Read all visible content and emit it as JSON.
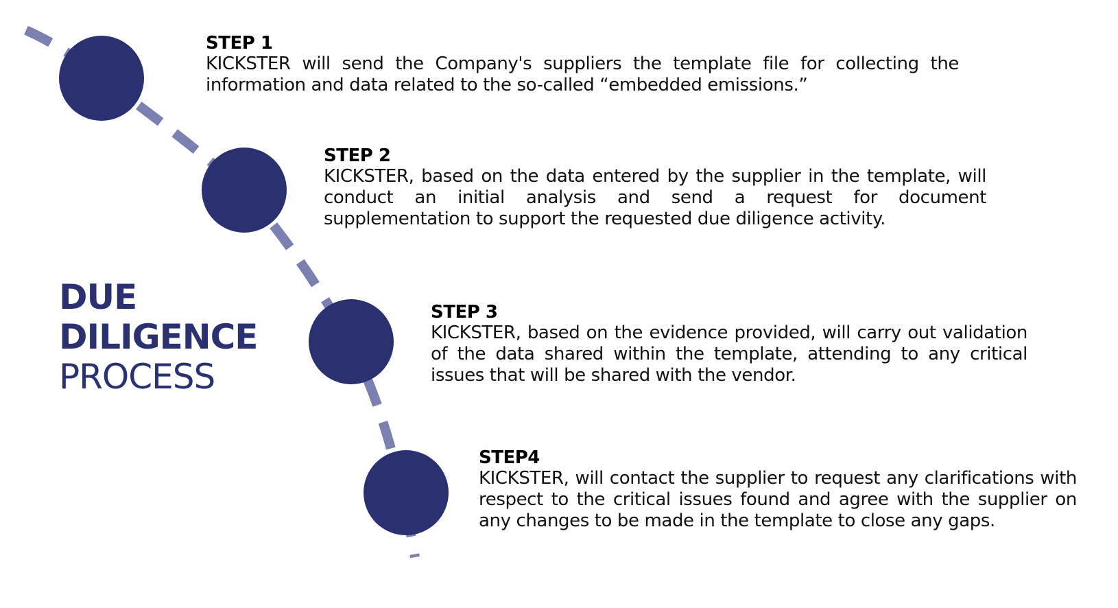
{
  "title": {
    "line1": "DUE",
    "line2": "DILIGENCE",
    "line3": "PROCESS"
  },
  "colors": {
    "node": "#2b3070",
    "path": "#7b80b0",
    "title": "#2b3070"
  },
  "steps": [
    {
      "heading": "STEP 1",
      "text": "KICKSTER will send the Company's suppliers the template file for collecting the information and data related to the so-called “embedded emissions.”"
    },
    {
      "heading": "STEP 2",
      "text": "KICKSTER, based on the data entered by the supplier in the template, will conduct an initial analysis and send a request for document supplementation to support the requested due diligence activity."
    },
    {
      "heading": "STEP 3",
      "text": "KICKSTER, based on the evidence provided, will carry out validation of the data shared within the template, attending to any critical issues that will be shared with the vendor."
    },
    {
      "heading": "STEP4",
      "text": "KICKSTER, will contact the supplier to request any clarifications with respect to the critical issues found and agree with the supplier on any changes to be made in the template to close any gaps."
    }
  ]
}
